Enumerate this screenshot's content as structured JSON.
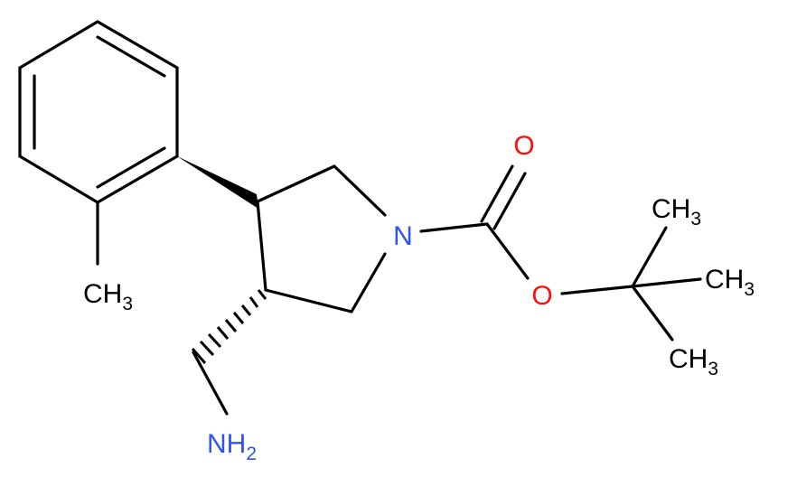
{
  "colors": {
    "bond": "#000000",
    "carbon_label": "#000000",
    "nitrogen": "#3050F8",
    "oxygen": "#FF0D0D",
    "background": "#FFFFFF"
  },
  "atoms": {
    "ring_nitrogen": {
      "symbol": "N",
      "element": "nitrogen"
    },
    "carbonyl_oxygen": {
      "symbol": "O",
      "element": "oxygen"
    },
    "ester_oxygen": {
      "symbol": "O",
      "element": "oxygen"
    },
    "methyl_top": {
      "symbol": "CH",
      "sub": "3",
      "element": "carbon"
    },
    "methyl_middle": {
      "symbol": "CH",
      "sub": "3",
      "element": "carbon"
    },
    "methyl_bottom": {
      "symbol": "CH",
      "sub": "3",
      "element": "carbon"
    },
    "aryl_methyl": {
      "symbol": "CH",
      "sub": "3",
      "element": "carbon"
    },
    "amine": {
      "symbol": "NH",
      "sub": "2",
      "element": "nitrogen"
    }
  }
}
